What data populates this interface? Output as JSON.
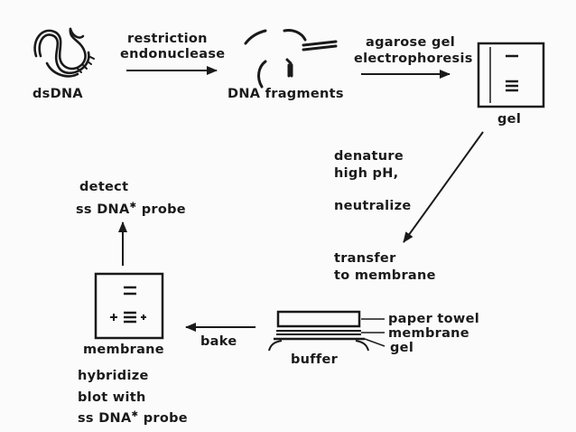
{
  "labels": {
    "dsdna": "dsDNA",
    "restriction": "restriction",
    "endonuclease": "endonuclease",
    "dna_fragments": "DNA fragments",
    "agarose_gel": "agarose gel",
    "electrophoresis": "electrophoresis",
    "gel": "gel",
    "denature": "denature",
    "high_ph": "high pH,",
    "neutralize": "neutralize",
    "transfer": "transfer",
    "to_membrane": "to membrane",
    "paper_towel": "paper towel",
    "membrane_layer": "membrane",
    "gel_layer": "gel",
    "buffer": "buffer",
    "bake": "bake",
    "membrane": "membrane",
    "hybridize": "hybridize",
    "blot_with": "blot with",
    "probe_ssdna": "ss DNA",
    "probe_word": "probe",
    "detect": "detect",
    "detect_ssdna": "ss DNA",
    "detect_probe": "probe"
  },
  "colors": {
    "ink": "#1a1a1a",
    "background": "#fbfbfb"
  }
}
